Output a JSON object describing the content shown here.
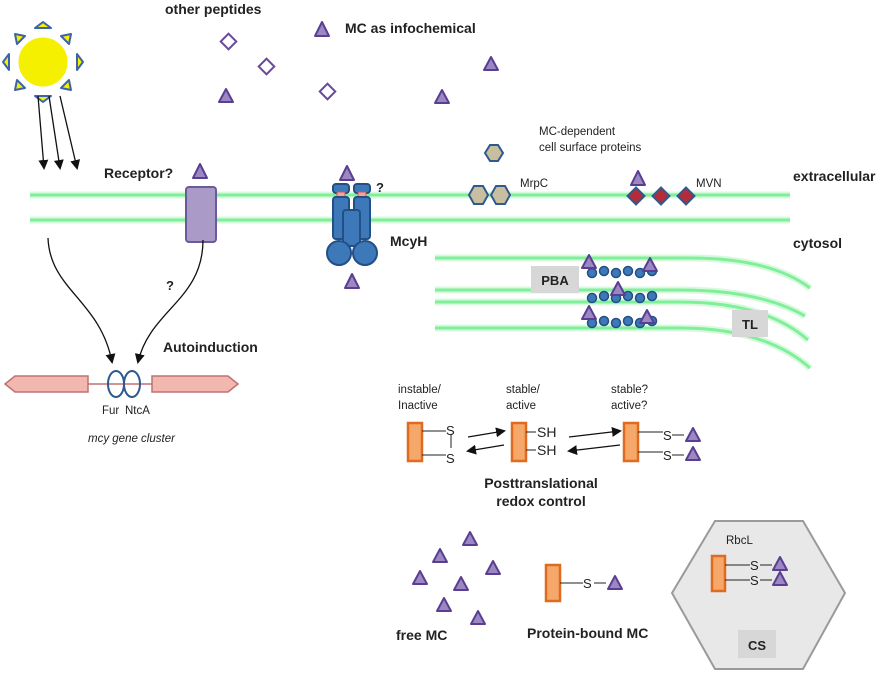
{
  "labels": {
    "other_peptides": "other peptides",
    "mc_infochemical": "MC as infochemical",
    "mc_dependent_1": "MC-dependent",
    "mc_dependent_2": "cell surface proteins",
    "extracellular": "extracellular",
    "cytosol": "cytosol",
    "receptor": "Receptor?",
    "question_1": "?",
    "question_2": "?",
    "mrpc": "MrpC",
    "mvn": "MVN",
    "mcyh": "McyH",
    "pba": "PBA",
    "tl": "TL",
    "autoinduction": "Autoinduction",
    "fur": "Fur",
    "ntca": "NtcA",
    "gene_cluster": "mcy gene cluster",
    "instable_1": "instable/",
    "instable_2": "Inactive",
    "stable_active_1": "stable/",
    "stable_active_2": "active",
    "stable_q_1": "stable?",
    "stable_q_2": "active?",
    "s_top_1": "S",
    "s_bot_1": "S",
    "sh_top": "SH",
    "sh_bot": "SH",
    "s_top_3": "S",
    "s_bot_3": "S",
    "ptm_1": "Posttranslational",
    "ptm_2": "redox control",
    "free_mc": "free MC",
    "protein_bound": "Protein-bound MC",
    "s_bound": "S",
    "rbcl": "RbcL",
    "s_rbcl_top": "S",
    "s_rbcl_bot": "S",
    "cs": "CS"
  },
  "colors": {
    "membrane": "#7ff09a",
    "microcystin": "#9b87c3",
    "receptor": "#a99ac8",
    "mcyh": "#3d78b8",
    "protein": "#f6a86b",
    "gene": "#f2b8b0",
    "sun": "#f5f000",
    "mvn": "#b42b3a"
  }
}
